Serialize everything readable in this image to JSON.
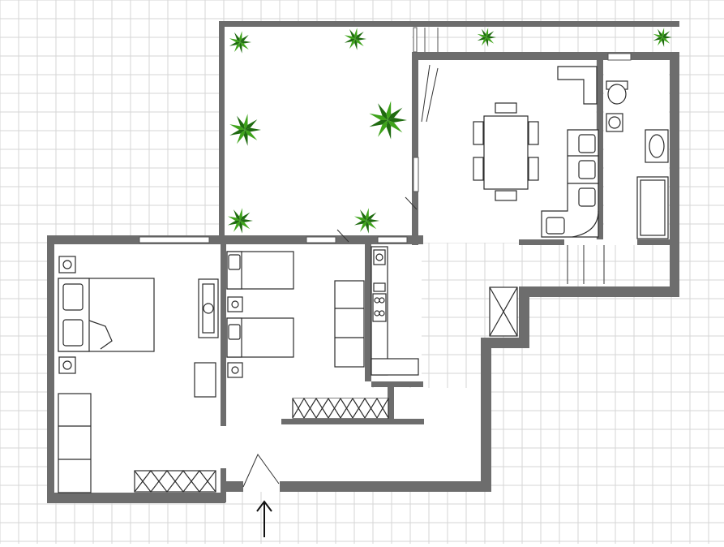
{
  "plan": {
    "background": "#ffffff",
    "grid_color": "#d6d6d6",
    "wall_color": "#6d6d6d",
    "furniture_stroke": "#2b2b2b",
    "plant_color": "#3ea31a",
    "plant_dark_color": "#1f6b10"
  },
  "rooms": [
    {
      "id": "terrace"
    },
    {
      "id": "living-dining"
    },
    {
      "id": "bathroom"
    },
    {
      "id": "master-bedroom"
    },
    {
      "id": "twin-bedroom"
    },
    {
      "id": "hallway"
    },
    {
      "id": "kitchen"
    }
  ],
  "entrance": {
    "icon": "entrance-arrow-icon"
  },
  "furniture": [
    "double-bed",
    "nightstand",
    "nightstand",
    "wardrobe",
    "radiator",
    "desk",
    "stool",
    "twin-bed",
    "twin-bed",
    "sofa",
    "radiator",
    "kitchen-counter",
    "stove",
    "sink",
    "dining-table",
    "chairs",
    "l-shaped-sofa",
    "toilet",
    "bathroom-sink",
    "shower",
    "storage-box",
    "plants"
  ]
}
